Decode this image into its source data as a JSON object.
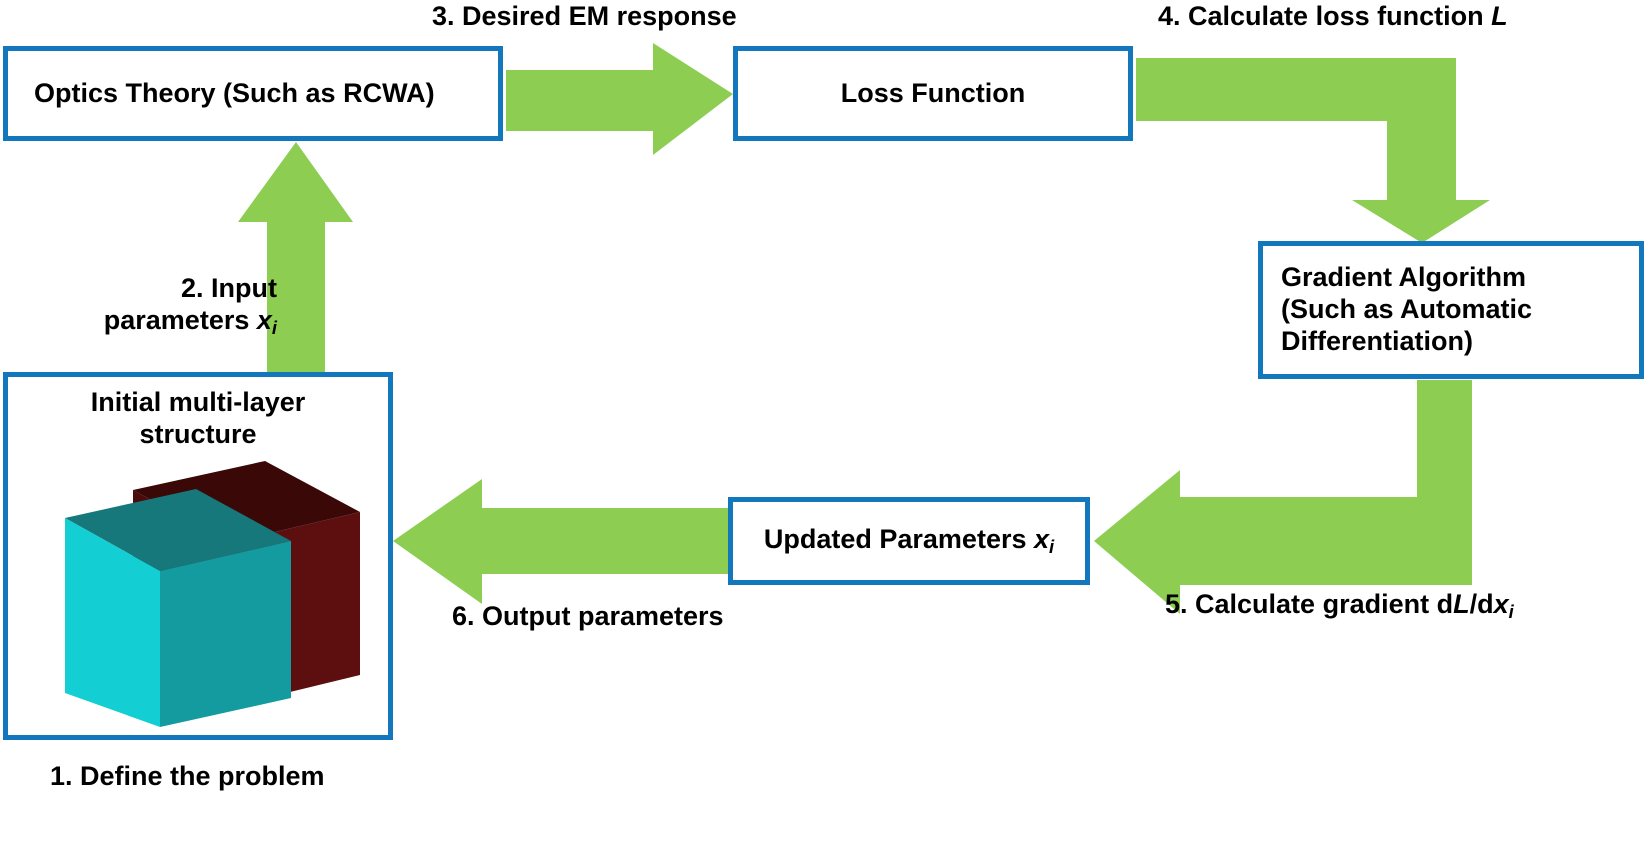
{
  "diagram": {
    "title": "Gradient-based inverse design optimization loop",
    "colors": {
      "arrow_green": "#8DCE52",
      "box_border_blue": "#1277BC",
      "background": "#FFFFFF",
      "text": "#000000",
      "cube_front_cyan": "#13CFD3",
      "cube_side_cyan": "#139BA0",
      "cube_top_cyan": "#17787C",
      "cube_back_dark_red": "#4A0A0A",
      "cube_back_side_red": "#5E0D0D",
      "cube_back_top_red": "#3A0606"
    },
    "boxes": {
      "optics_theory": "Optics Theory (Such as RCWA)",
      "loss_function": "Loss Function",
      "gradient_algorithm_line1": "Gradient Algorithm",
      "gradient_algorithm_line2": "(Such as Automatic",
      "gradient_algorithm_line3": "Differentiation)",
      "updated_parameters_prefix": "Updated Parameters ",
      "updated_parameters_var": "x",
      "updated_parameters_sub": "i",
      "structure_title_line1": "Initial multi-layer",
      "structure_title_line2": "structure"
    },
    "captions": {
      "step1": "1. Define the problem",
      "step2_line1": "2. Input",
      "step2_line2_prefix": "parameters ",
      "step2_var": "x",
      "step2_sub": "i",
      "step3": "3. Desired EM response",
      "step4_prefix": "4. Calculate loss function ",
      "step4_var": "L",
      "step5_prefix": "5. Calculate gradient d",
      "step5_var1": "L",
      "step5_mid": "/d",
      "step5_var2": "x",
      "step5_sub": "i",
      "step6": "6. Output parameters"
    },
    "arrows": {
      "structure_to_optics": "up-arrow",
      "optics_to_loss": "right-arrow",
      "loss_to_gradient": "elbow-right-down-arrow",
      "gradient_to_updated": "elbow-down-left-arrow",
      "updated_to_structure": "left-arrow"
    }
  }
}
